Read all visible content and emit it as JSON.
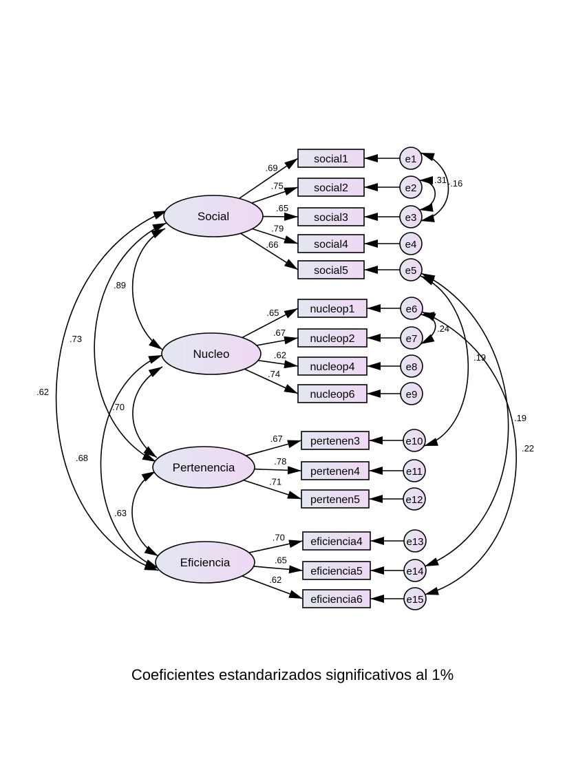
{
  "caption": "Coeficientes estandarizados significativos al 1%",
  "colors": {
    "fill_left": "#e2e7f1",
    "fill_right": "#eed8f3",
    "stroke": "#000000"
  },
  "latents": [
    {
      "id": "social",
      "label": "Social"
    },
    {
      "id": "nucleo",
      "label": "Nucleo"
    },
    {
      "id": "pertenencia",
      "label": "Pertenencia"
    },
    {
      "id": "eficiencia",
      "label": "Eficiencia"
    }
  ],
  "indicators": [
    {
      "id": "social1",
      "label": "social1",
      "latent": "social",
      "loading": ".69",
      "error": "e1"
    },
    {
      "id": "social2",
      "label": "social2",
      "latent": "social",
      "loading": ".75",
      "error": "e2"
    },
    {
      "id": "social3",
      "label": "social3",
      "latent": "social",
      "loading": ".65",
      "error": "e3"
    },
    {
      "id": "social4",
      "label": "social4",
      "latent": "social",
      "loading": ".79",
      "error": "e4"
    },
    {
      "id": "social5",
      "label": "social5",
      "latent": "social",
      "loading": ".66",
      "error": "e5"
    },
    {
      "id": "nucleop1",
      "label": "nucleop1",
      "latent": "nucleo",
      "loading": ".65",
      "error": "e6"
    },
    {
      "id": "nucleop2",
      "label": "nucleop2",
      "latent": "nucleo",
      "loading": ".67",
      "error": "e7"
    },
    {
      "id": "nucleop4",
      "label": "nucleop4",
      "latent": "nucleo",
      "loading": ".62",
      "error": "e8"
    },
    {
      "id": "nucleop6",
      "label": "nucleop6",
      "latent": "nucleo",
      "loading": ".74",
      "error": "e9"
    },
    {
      "id": "pertenen3",
      "label": "pertenen3",
      "latent": "pertenencia",
      "loading": ".67",
      "error": "e10"
    },
    {
      "id": "pertenen4",
      "label": "pertenen4",
      "latent": "pertenencia",
      "loading": ".78",
      "error": "e11"
    },
    {
      "id": "pertenen5",
      "label": "pertenen5",
      "latent": "pertenencia",
      "loading": ".71",
      "error": "e12"
    },
    {
      "id": "eficiencia4",
      "label": "eficiencia4",
      "latent": "eficiencia",
      "loading": ".70",
      "error": "e13"
    },
    {
      "id": "eficiencia5",
      "label": "eficiencia5",
      "latent": "eficiencia",
      "loading": ".65",
      "error": "e14"
    },
    {
      "id": "eficiencia6",
      "label": "eficiencia6",
      "latent": "eficiencia",
      "loading": ".62",
      "error": "e15"
    }
  ],
  "latent_correlations": [
    {
      "from": "social",
      "to": "nucleo",
      "value": ".89"
    },
    {
      "from": "social",
      "to": "pertenencia",
      "value": ".73"
    },
    {
      "from": "social",
      "to": "eficiencia",
      "value": ".62"
    },
    {
      "from": "nucleo",
      "to": "pertenencia",
      "value": ".70"
    },
    {
      "from": "nucleo",
      "to": "eficiencia",
      "value": ".68"
    },
    {
      "from": "pertenencia",
      "to": "eficiencia",
      "value": ".63"
    }
  ],
  "error_correlations": [
    {
      "from": "e2",
      "to": "e3",
      "value": ".31"
    },
    {
      "from": "e1",
      "to": "e3",
      "value": "-.16"
    },
    {
      "from": "e6",
      "to": "e7",
      "value": ".24"
    },
    {
      "from": "e5",
      "to": "e10",
      "value": ".19"
    },
    {
      "from": "e5",
      "to": "e14",
      "value": ".19"
    },
    {
      "from": "e6",
      "to": "e15",
      "value": ".22"
    }
  ]
}
